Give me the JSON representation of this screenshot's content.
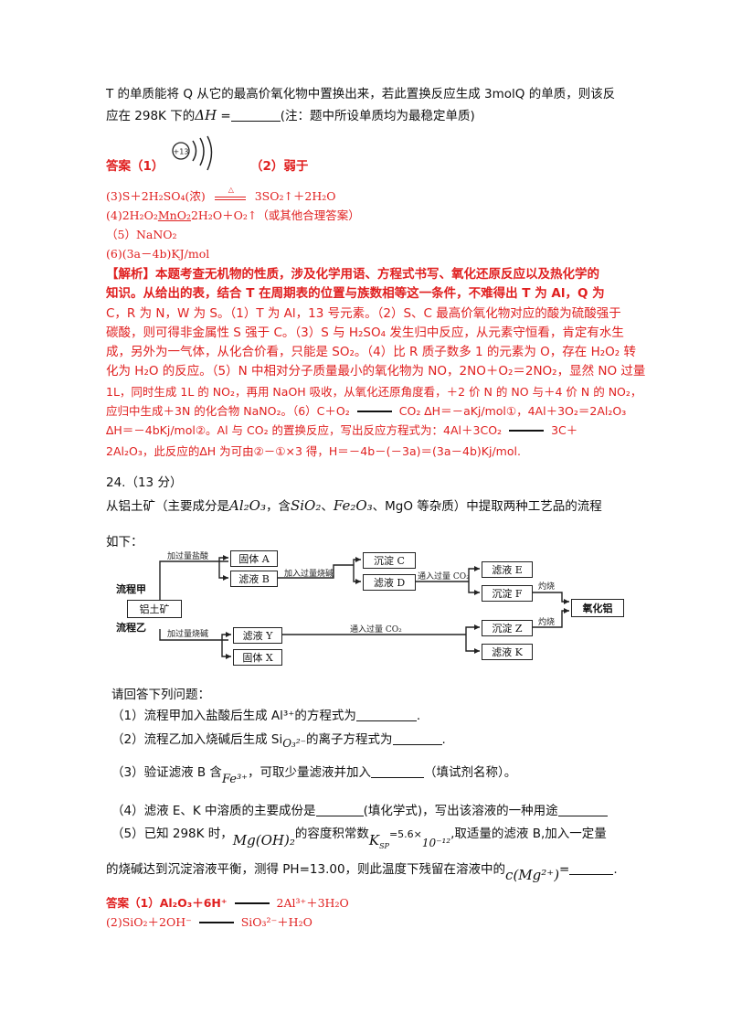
{
  "intro": {
    "line1": "T 的单质能将 Q 从它的最高价氧化物中置换出来，若此置换反应生成 3molQ 的单质，则该反",
    "line2_pre": "应在 298K 下的",
    "line2_dh": "ΔH",
    "line2_eq": " =",
    "line2_post": "(注：题中所设单质均为最稳定单质)"
  },
  "answer_block": {
    "label": "答案（1）",
    "atom_nucleus": "+13",
    "part2": "（2）弱于",
    "a3": "(3)S＋2H₂SO₄(浓)",
    "a3_arrow": "≜",
    "a3_post": "3SO₂↑＋2H₂O",
    "a4_pre": "(4)2H₂O₂",
    "a4_mno2": "MnO₂",
    "a4_post": "2H₂O＋O₂↑（或其他合理答案）",
    "a5": "（5）NaNO₂",
    "a6": "(6)(3a－4b)KJ/mol"
  },
  "analysis": {
    "lines": [
      "【解析】本题考查无机物的性质，涉及化学用语、方程式书写、氧化还原反应以及热化学的",
      "知识。从给出的表，结合 T 在周期表的位置与族数相等这一条件，不难得出 T 为 Al，Q 为",
      "C，R 为 N，W 为 S。（1）T 为 Al，13 号元素。（2）S、C 最高价氧化物对应的酸为硫酸强于",
      "碳酸，则可得非金属性 S 强于 C。（3）S 与 H₂SO₄ 发生归中反应，从元素守恒看，肯定有水生",
      "成，另外为一气体，从化合价看，只能是 SO₂。（4）比 R 质子数多 1 的元素为 O，存在 H₂O₂ 转",
      "化为 H₂O 的反应。（5）N 中相对分子质量最小的氧化物为 NO，2NO＋O₂＝2NO₂，显然 NO 过量",
      "1L，同时生成 1L 的 NO₂，再用 NaOH 吸收，从氧化还原角度看，＋2 价 N 的 NO 与＋4 价 N 的 NO₂，",
      "应归中生成＋3N 的化合物 NaNO₂。（6）C＋O₂"
    ],
    "line8_mid": "CO₂ ∆H＝－aKj/mol①，4Al＋3O₂＝2Al₂O₃",
    "line9_pre": "∆H＝－4bKj/mol②。Al 与 CO₂ 的置换反应，写出反应方程式为：4Al＋3CO₂",
    "line9_post": "3C＋",
    "line10": "2Al₂O₃，此反应的∆H 为可由②－①×3 得，H＝－4b－(－3a)＝(3a－4b)Kj/mol."
  },
  "q24": {
    "title": "24.（13 分）",
    "intro_pre": "从铝土矿（主要成分是",
    "f_al2o3": "Al₂O₃",
    "intro_mid1": "，含",
    "f_sio2": "SiO₂",
    "intro_sep": "、",
    "f_fe2o3": "Fe₂O₃",
    "intro_mid2": "、MgO 等杂质）中提取两种工艺品的流程",
    "intro_end": "如下："
  },
  "flowchart": {
    "label_jia": "流程甲",
    "label_yi": "流程乙",
    "ore": "铝土矿",
    "hcl": "加过量盐酸",
    "naoh": "加过量烧碱",
    "solid_a": "固体 A",
    "filtrate_b": "滤液 B",
    "add_naoh": "加入过量烧碱",
    "precip_c": "沉淀 C",
    "filtrate_d": "滤液 D",
    "co2_top": "通入过量 CO₂",
    "filtrate_e": "滤液 E",
    "precip_f": "沉淀 F",
    "burn_top": "灼烧",
    "oxide": "氧化铝",
    "filtrate_y": "滤液 Y",
    "solid_x": "固体 X",
    "co2_bottom": "通入过量 CO₂",
    "precip_z": "沉淀 Z",
    "filtrate_k": "滤液 K",
    "burn_bottom": "灼烧"
  },
  "questions": {
    "prompt": "请回答下列问题：",
    "q1": "（1）流程甲加入盐酸后生成 Al³⁺的方程式为",
    "q1_end": ".",
    "q2_pre": "（2）流程乙加入烧碱后生成 Si",
    "q2_ion": "O₃²⁻",
    "q2_post": "的离子方程式为",
    "q2_end": ".",
    "q3_pre": "（3）验证滤液 B 含",
    "q3_ion": "Fe³⁺",
    "q3_post": "，可取少量滤液并加入",
    "q3_end": "（填试剂名称）。",
    "q4": "（4）滤液 E、K 中溶质的主要成份是",
    "q4_mid": "(填化学式)，写出该溶液的一种用途",
    "q5_pre": "（5）已知 298K 时，",
    "q5_formula": "Mg(OH)₂",
    "q5_mid": "的容度积常数",
    "q5_ksp": "K",
    "q5_ksp_sub": "SP",
    "q5_val": "=5.6×",
    "q5_pow": "10⁻¹²",
    "q5_post": ",取适量的滤液 B,加入一定量",
    "q5_line2": "的烧碱达到沉淀溶液平衡，测得 PH=13.00，则此温度下残留在溶液中的",
    "q5_c": "c(Mg²⁺)",
    "q5_end": "=",
    "q5_dot": "."
  },
  "final_answer": {
    "a1_pre": "答案（1）Al₂O₃＋6H⁺",
    "a1_post": "2Al³⁺＋3H₂O",
    "a2_pre": "(2)SiO₂＋2OH⁻",
    "a2_post": "SiO₃²⁻＋H₂O"
  }
}
